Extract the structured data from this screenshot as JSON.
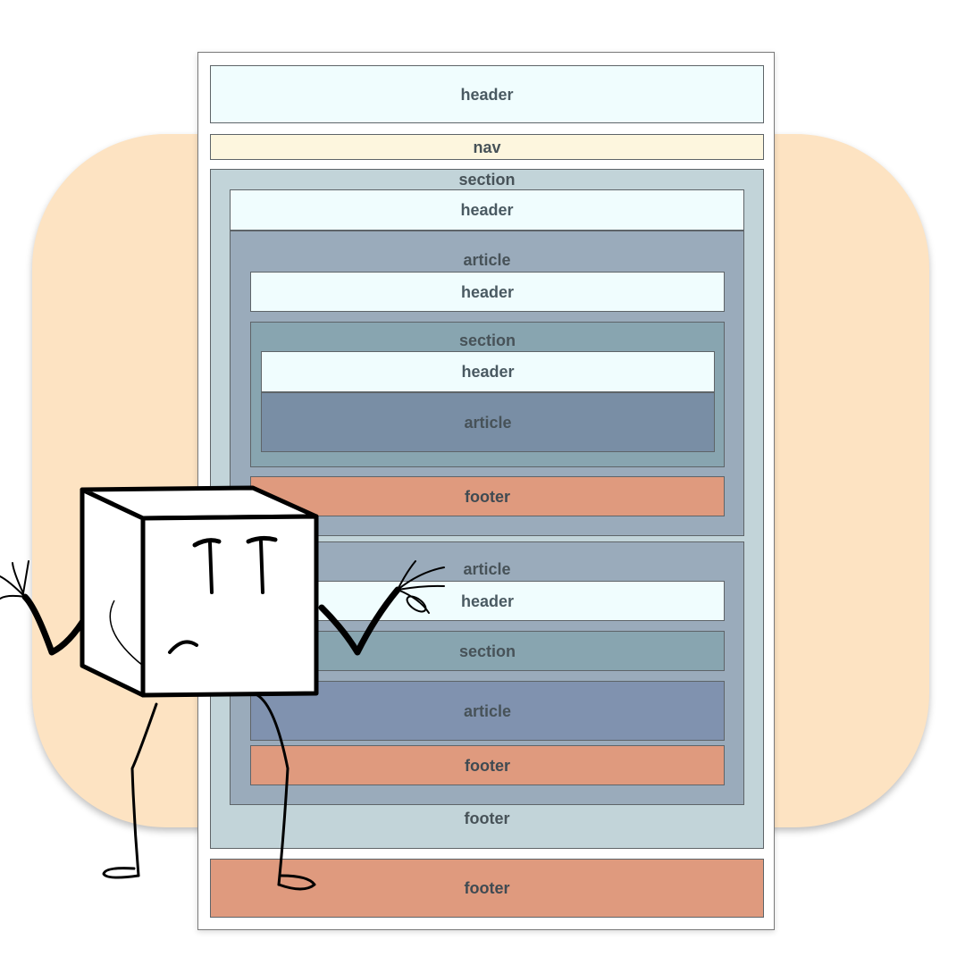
{
  "labels": {
    "header": "header",
    "nav": "nav",
    "section": "section",
    "article": "article",
    "footer": "footer"
  },
  "colors": {
    "backdrop": "#fde3c2",
    "page": "#ffffff",
    "header": "#f0fdfe",
    "nav": "#fdf6de",
    "section_outer": "#c2d4d9",
    "article": "#9aabbb",
    "section_inner": "#88a5b0",
    "article_inner": "#798ea5",
    "article_inner_2": "#8092af",
    "footer": "#df9a7e"
  },
  "character": {
    "icon": "cube-character-icon"
  }
}
